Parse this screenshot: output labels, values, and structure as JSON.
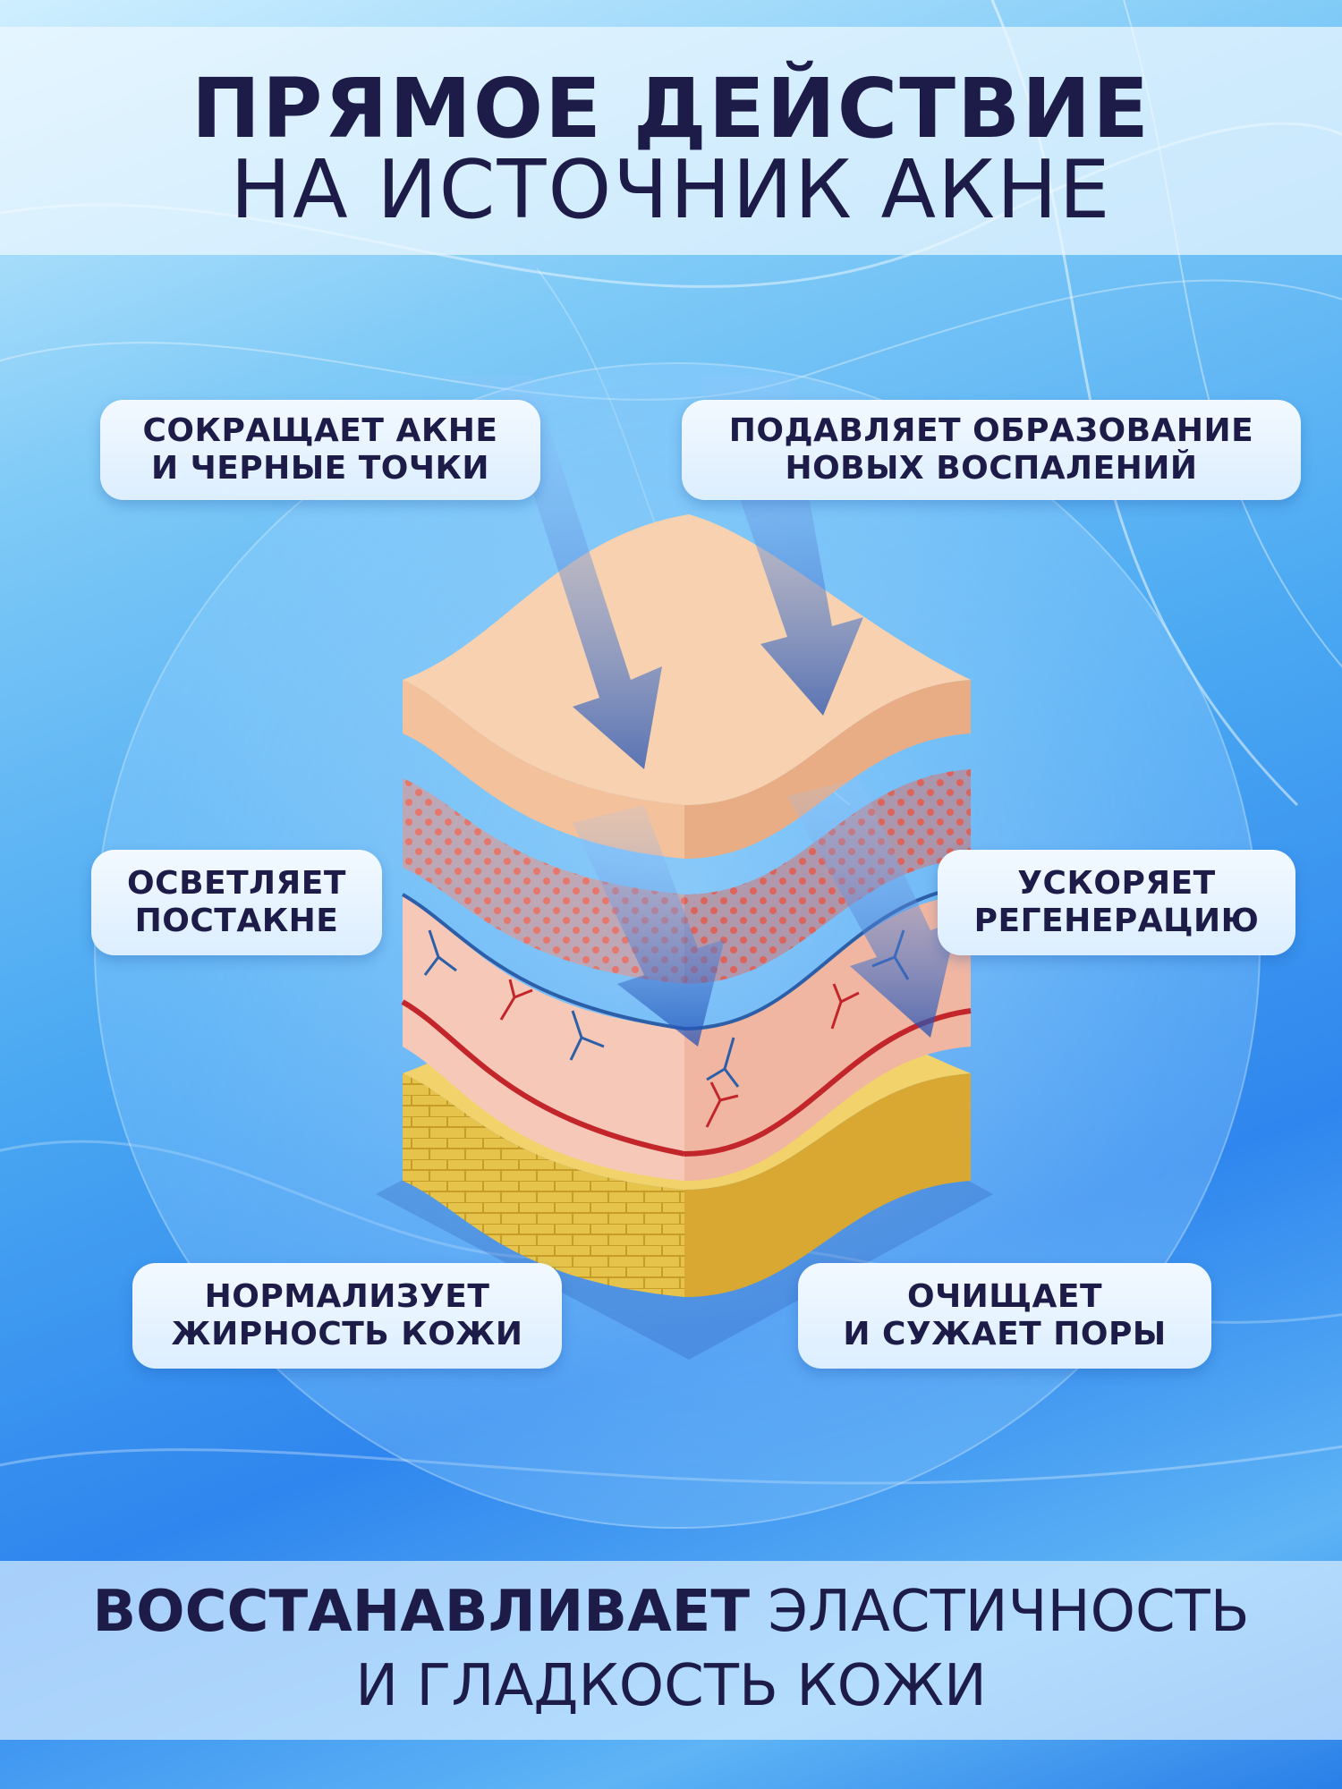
{
  "header": {
    "title_line1": "ПРЯМОЕ ДЕЙСТВИЕ",
    "title_line2": "НА ИСТОЧНИК АКНЕ"
  },
  "benefits": {
    "top_left": [
      "СОКРАЩАЕТ АКНЕ",
      "И ЧЕРНЫЕ ТОЧКИ"
    ],
    "top_right": [
      "ПОДАВЛЯЕТ ОБРАЗОВАНИЕ",
      "НОВЫХ ВОСПАЛЕНИЙ"
    ],
    "mid_left": [
      "ОСВЕТЛЯЕТ",
      "ПОСТАКНЕ"
    ],
    "mid_right": [
      "УСКОРЯЕТ",
      "РЕГЕНЕРАЦИЮ"
    ],
    "bottom_left": [
      "НОРМАЛИЗУЕТ",
      "ЖИРНОСТЬ КОЖИ"
    ],
    "bottom_right": [
      "ОЧИЩАЕТ",
      "И СУЖАЕТ ПОРЫ"
    ]
  },
  "footer": {
    "line1_bold": "ВОССТАНАВЛИВАЕТ",
    "line1_rest": " ЭЛАСТИЧНОСТЬ",
    "line2": "И ГЛАДКОСТЬ КОЖИ"
  },
  "colors": {
    "text_dark": "#1d1c48",
    "skin_top": "#f5c9a3",
    "dermis_red": "#e8786a",
    "fat_yellow": "#e8c24a",
    "vein_blue": "#2c5fa8",
    "artery_red": "#c2262b"
  },
  "icons": [
    "skin-layers-illustration",
    "arrow-down-icon"
  ]
}
